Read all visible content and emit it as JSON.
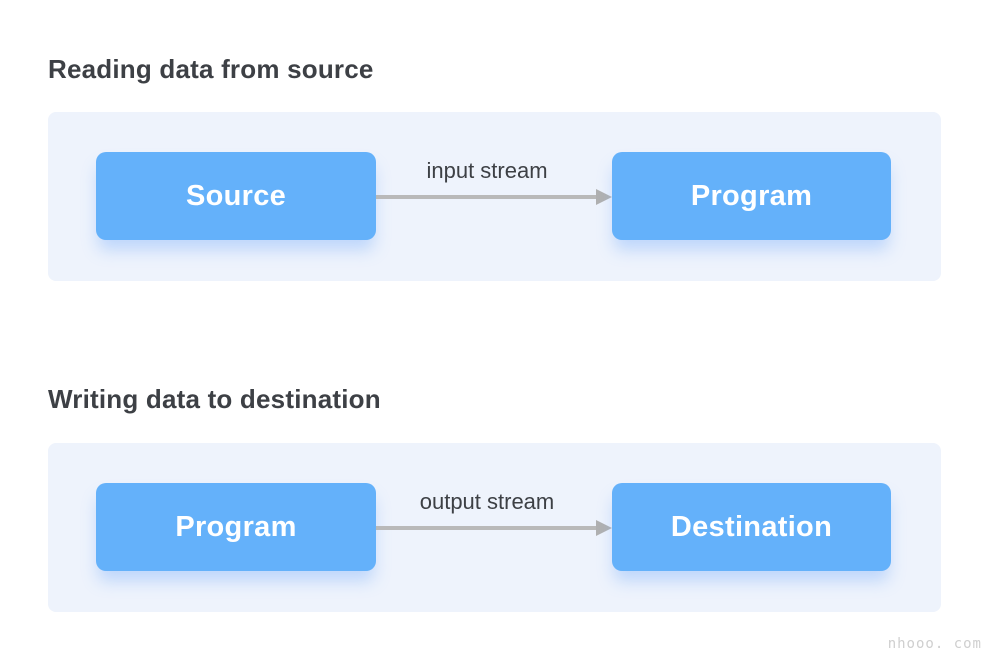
{
  "page": {
    "watermark": "nhooo. com"
  },
  "colors": {
    "node_blue": "#64b1fa",
    "panel_bg": "#eef3fc",
    "arrow_gray": "#b9b9b9",
    "title_text": "#3d4045",
    "node_text": "#ffffff",
    "watermark_text": "#cfcfcf"
  },
  "sections": [
    {
      "title": "Reading data from source",
      "left_box": "Source",
      "arrow_label": "input stream",
      "right_box": "Program"
    },
    {
      "title": "Writing data to destination",
      "left_box": "Program",
      "arrow_label": "output stream",
      "right_box": "Destination"
    }
  ]
}
